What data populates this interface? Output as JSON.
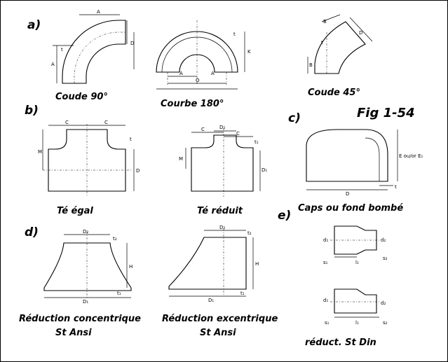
{
  "sections": {
    "a": "a)",
    "b": "b)",
    "c": "c)",
    "d": "d)",
    "e": "e)"
  },
  "figure_number": "Fig 1-54",
  "parts": {
    "elbow90": {
      "label": "Coude 90°",
      "dims": {
        "a": "A",
        "d": "D",
        "t": "t"
      }
    },
    "return180": {
      "label": "Courbe 180°",
      "dims": {
        "k": "K",
        "a": "A",
        "o": "O",
        "t": "t"
      }
    },
    "elbow45": {
      "label": "Coude 45°",
      "dims": {
        "b": "B",
        "d": "D",
        "t": "t"
      }
    },
    "tee_equal": {
      "label": "Té égal",
      "dims": {
        "c": "C",
        "m": "M",
        "d": "D",
        "t": "t"
      }
    },
    "tee_reducing": {
      "label": "Té réduit",
      "dims": {
        "c": "C",
        "d2": "D₂",
        "m": "M",
        "d1": "D₁",
        "t1": "t₁"
      }
    },
    "cap": {
      "label": "Caps ou fond bombé",
      "dims": {
        "e": "E ou/or E₁",
        "d": "D",
        "t": "t"
      }
    },
    "reducer_concentric": {
      "label1": "Réduction concentrique",
      "label2": "St Ansi",
      "dims": {
        "d2": "D₂",
        "t2": "t₂",
        "h": "H",
        "t1": "t₁",
        "d1": "D₁"
      }
    },
    "reducer_eccentric": {
      "label1": "Réduction excentrique",
      "label2": "St Ansi",
      "dims": {
        "d2": "D₂",
        "t2": "t₂",
        "h": "H",
        "t1": "t₁",
        "d1": "D₁"
      }
    },
    "din_reducer": {
      "label": "réduct. St Din",
      "dims": {
        "d1": "d₁",
        "d2": "d₂",
        "s1": "s₁",
        "s2": "s₂",
        "l1": "l₁"
      }
    }
  }
}
